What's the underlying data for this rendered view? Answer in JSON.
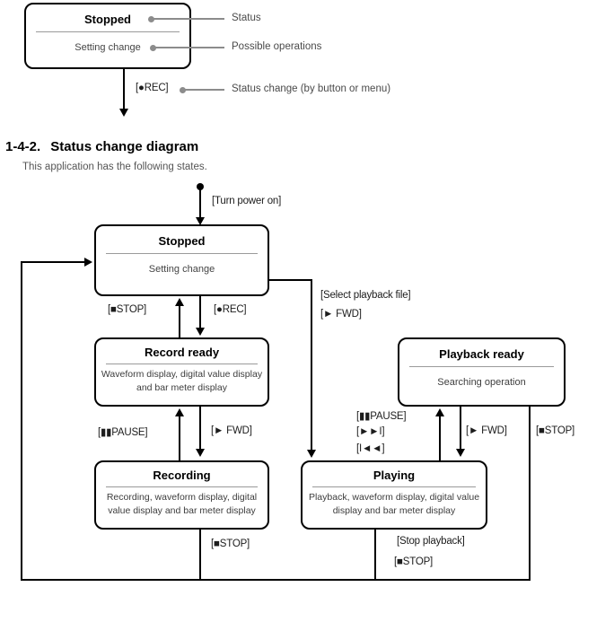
{
  "colors": {
    "line": "#000000",
    "callout_gray": "#8c8c8c"
  },
  "legend": {
    "box": {
      "title": "Stopped",
      "operation": "Setting change"
    },
    "callouts": [
      {
        "label": "Status"
      },
      {
        "label": "Possible operations"
      },
      {
        "label": "Status change (by button or menu)"
      }
    ],
    "transition_label": "[●REC]"
  },
  "heading": {
    "number": "1-4-2.",
    "title": "Status change diagram",
    "subtitle": "This application has the following states."
  },
  "diagram": {
    "power_on_label": "[Turn power on]",
    "states": {
      "stopped": {
        "title": "Stopped",
        "description": "Setting change"
      },
      "record_ready": {
        "title": "Record ready",
        "description": "Waveform display, digital value display and bar meter display"
      },
      "recording": {
        "title": "Recording",
        "description": "Recording, waveform display, digital value display and bar meter display"
      },
      "playback_ready": {
        "title": "Playback ready",
        "description": "Searching operation"
      },
      "playing": {
        "title": "Playing",
        "description": "Playback, waveform display, digital value display and bar meter display"
      }
    },
    "transitions": {
      "record_ready_to_stopped": "[■STOP]",
      "stopped_to_record_ready": "[●REC]",
      "select_playback_line1": "[Select playback file]",
      "select_playback_line2": "[► FWD]",
      "recording_to_record_ready": "[▮▮PAUSE]",
      "record_ready_to_recording": "[► FWD]",
      "recording_to_stopped": "[■STOP]",
      "playing_to_playback_ready_pause": "[▮▮PAUSE]",
      "playing_to_playback_ready_next": "[►►I]",
      "playing_to_playback_ready_prev": "[I◄◄]",
      "playback_ready_to_playing": "[► FWD]",
      "playback_ready_to_stopped": "[■STOP]",
      "playing_stop_line1": "[Stop playback]",
      "playing_stop_line2": "[■STOP]"
    }
  }
}
